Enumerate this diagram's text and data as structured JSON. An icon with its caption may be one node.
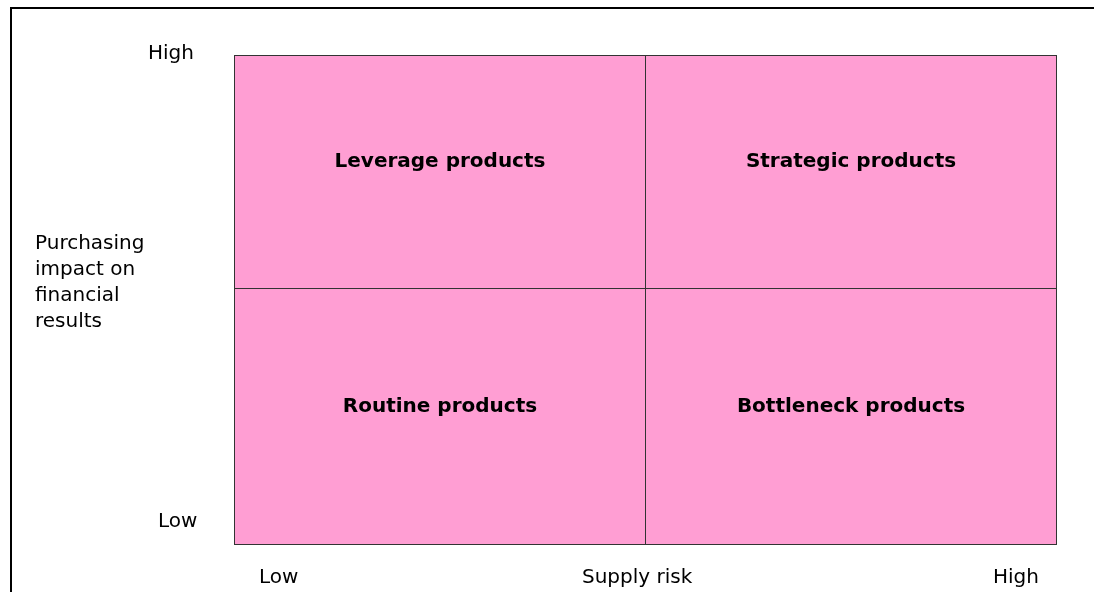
{
  "diagram": {
    "nodes": [
      {
        "text": [
          "Leverage products"
        ]
      },
      {
        "text": [
          "Strategic products"
        ]
      },
      {
        "text": [
          "Routine products"
        ]
      },
      {
        "text": [
          "Bottleneck products"
        ]
      }
    ],
    "labels": [
      "High",
      "Purchasing impact on financial results",
      "Low",
      "Low",
      "Supply risk",
      "High"
    ]
  }
}
